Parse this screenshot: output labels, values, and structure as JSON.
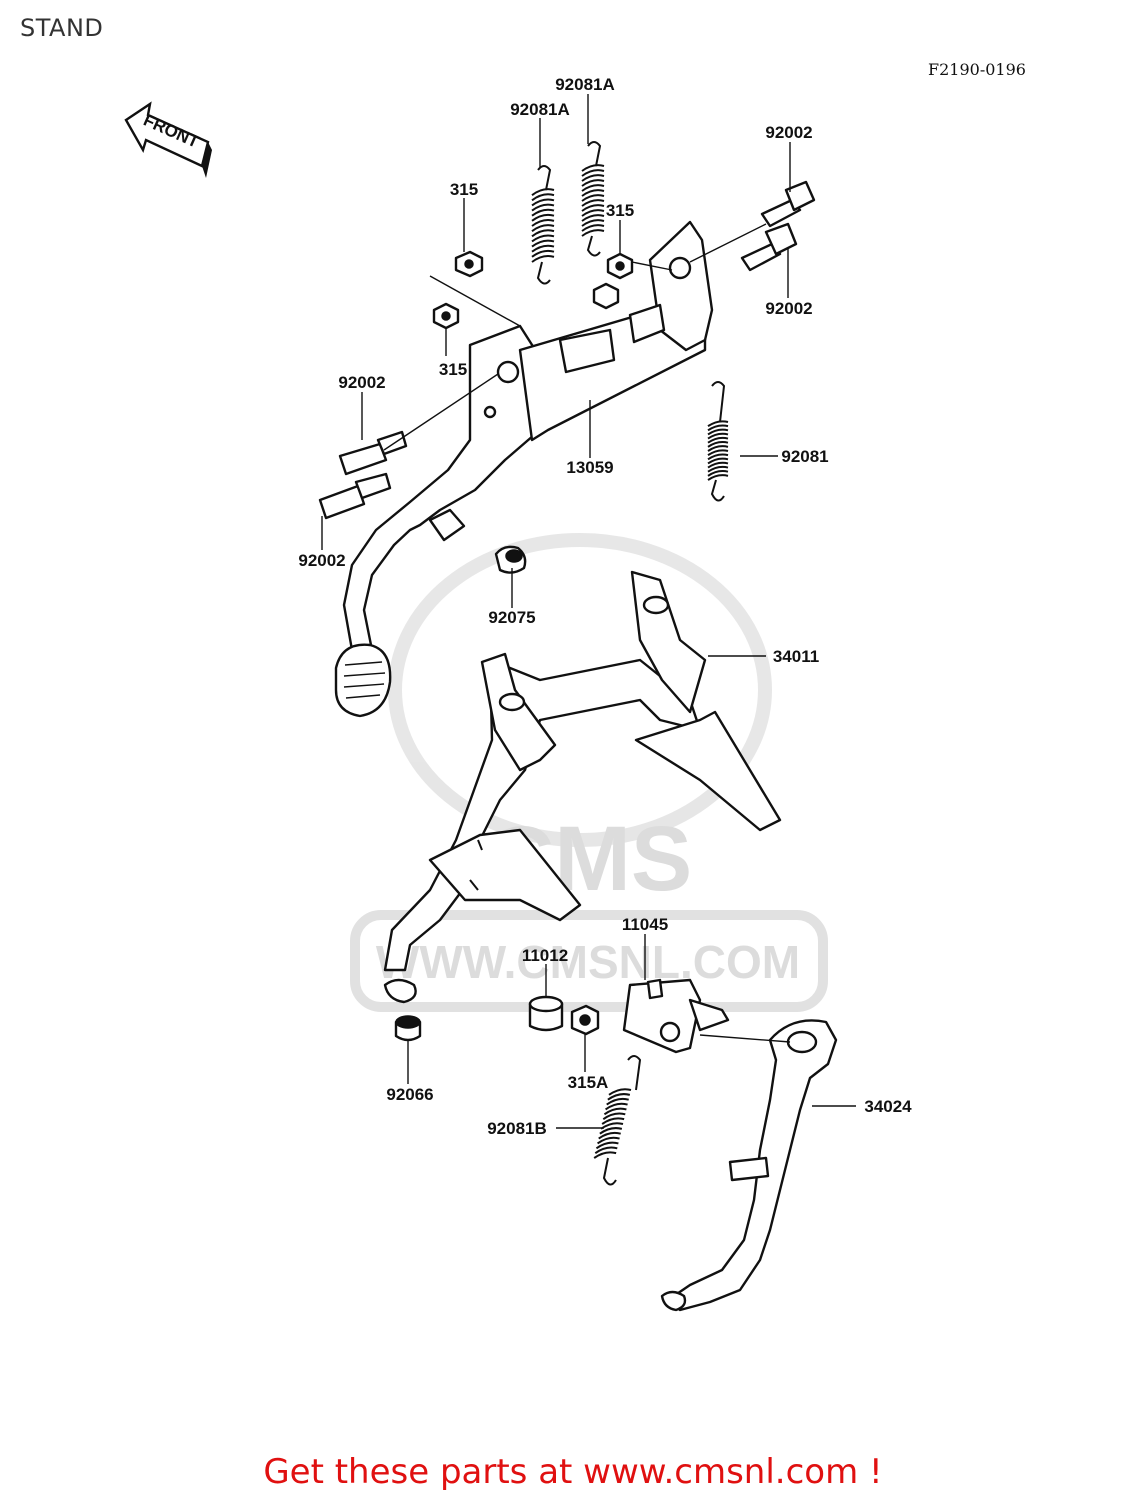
{
  "header": {
    "title": "STAND",
    "figure_code": "F2190-0196"
  },
  "diagram": {
    "front_arrow_label": "FRONT",
    "watermark": {
      "brand": "CMS",
      "url": "WWW.CMSNL.COM"
    },
    "parts": [
      {
        "id": "p1",
        "label": "92081A"
      },
      {
        "id": "p2",
        "label": "92081A"
      },
      {
        "id": "p3",
        "label": "92002"
      },
      {
        "id": "p4",
        "label": "315"
      },
      {
        "id": "p5",
        "label": "315"
      },
      {
        "id": "p6",
        "label": "92002"
      },
      {
        "id": "p7",
        "label": "315"
      },
      {
        "id": "p8",
        "label": "92002"
      },
      {
        "id": "p9",
        "label": "13059"
      },
      {
        "id": "p10",
        "label": "92081"
      },
      {
        "id": "p11",
        "label": "92002"
      },
      {
        "id": "p12",
        "label": "92075"
      },
      {
        "id": "p13",
        "label": "34011"
      },
      {
        "id": "p14",
        "label": "11045"
      },
      {
        "id": "p15",
        "label": "11012"
      },
      {
        "id": "p16",
        "label": "92066"
      },
      {
        "id": "p17",
        "label": "315A"
      },
      {
        "id": "p18",
        "label": "34024"
      },
      {
        "id": "p19",
        "label": "92081B"
      }
    ]
  },
  "footer": {
    "promo_text": "Get these parts at www.cmsnl.com !"
  }
}
